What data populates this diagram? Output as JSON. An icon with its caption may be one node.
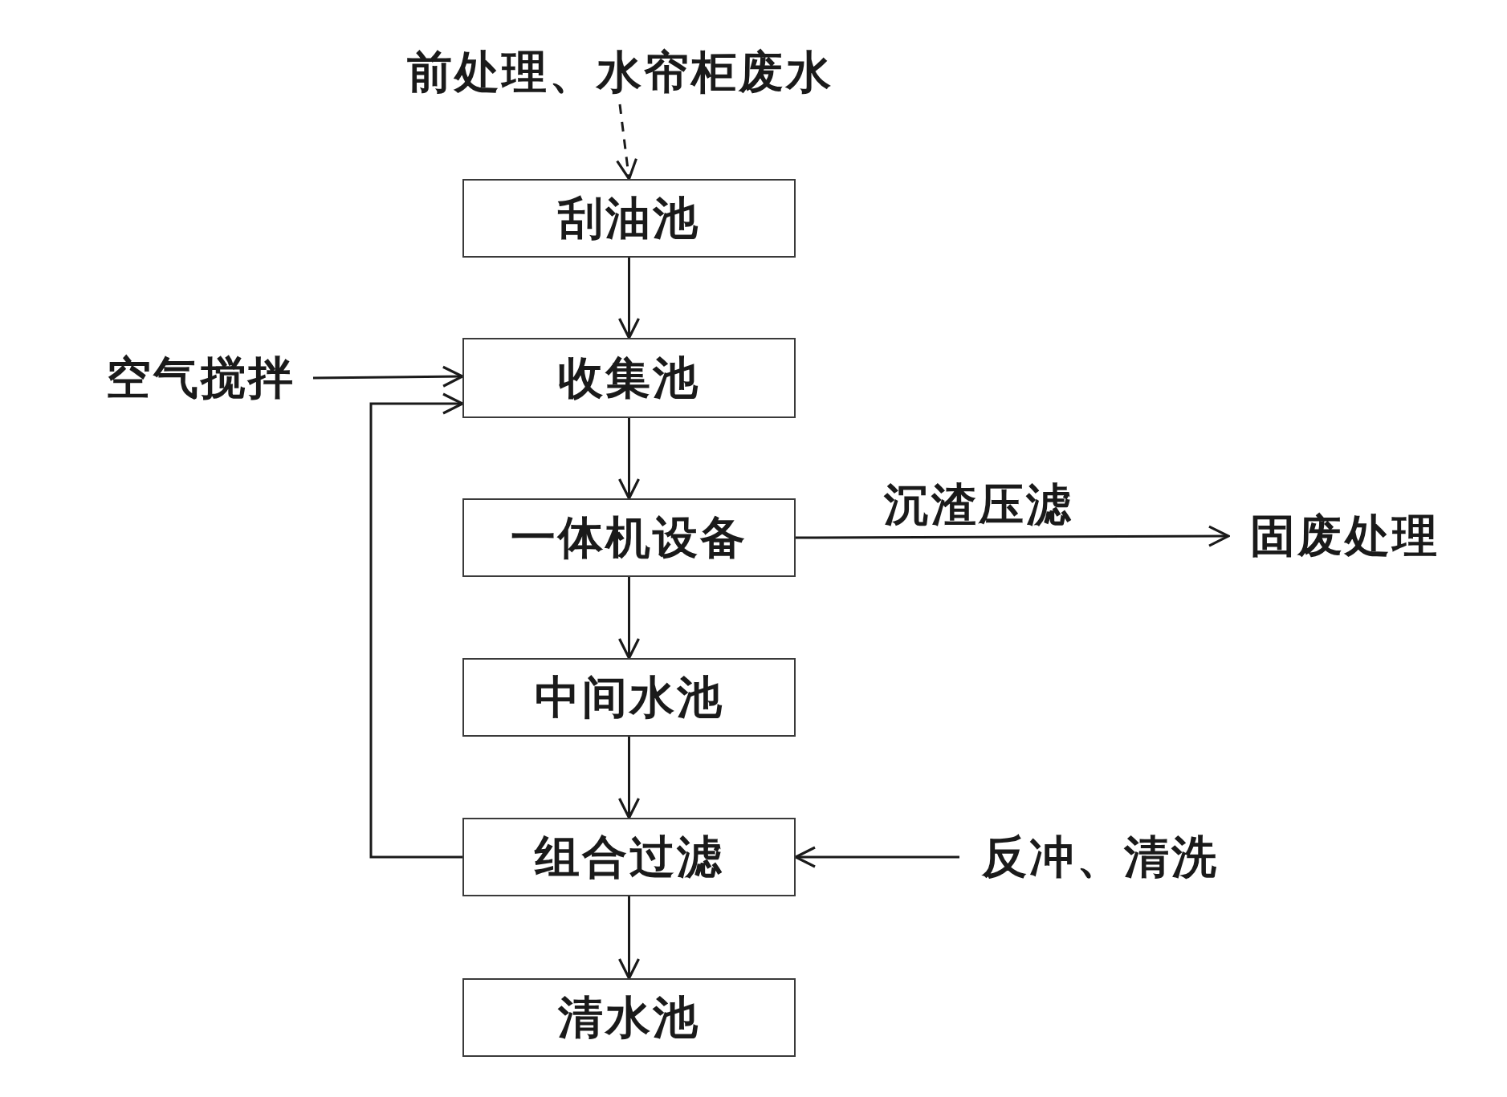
{
  "diagram": {
    "nodes": [
      {
        "text": [
          "前处理、水帘柜废水"
        ]
      },
      {
        "text": [
          "刮油池"
        ]
      },
      {
        "text": [
          "收集池"
        ]
      },
      {
        "text": [
          "一体机设备"
        ]
      },
      {
        "text": [
          "中间水池"
        ]
      },
      {
        "text": [
          "组合过滤"
        ]
      },
      {
        "text": [
          "清水池"
        ]
      },
      {
        "text": [
          "空气搅拌"
        ]
      },
      {
        "text": [
          "固废处理"
        ]
      },
      {
        "text": [
          "反冲、清洗"
        ]
      }
    ],
    "edges": [
      {
        "from": 0,
        "to": 1,
        "arrow": "to",
        "style": "dashed"
      },
      {
        "from": 1,
        "to": 2,
        "arrow": "to"
      },
      {
        "from": 2,
        "to": 3,
        "arrow": "to"
      },
      {
        "from": 3,
        "to": 4,
        "arrow": "to"
      },
      {
        "from": 4,
        "to": 5,
        "arrow": "to"
      },
      {
        "from": 5,
        "to": 6,
        "arrow": "to"
      },
      {
        "from": 7,
        "to": 2,
        "arrow": "to"
      },
      {
        "from": 5,
        "to": 2,
        "arrow": "to"
      },
      {
        "from": 3,
        "to": 8,
        "arrow": "to",
        "label": "沉渣压滤"
      },
      {
        "from": 9,
        "to": 5,
        "arrow": "to"
      }
    ]
  }
}
